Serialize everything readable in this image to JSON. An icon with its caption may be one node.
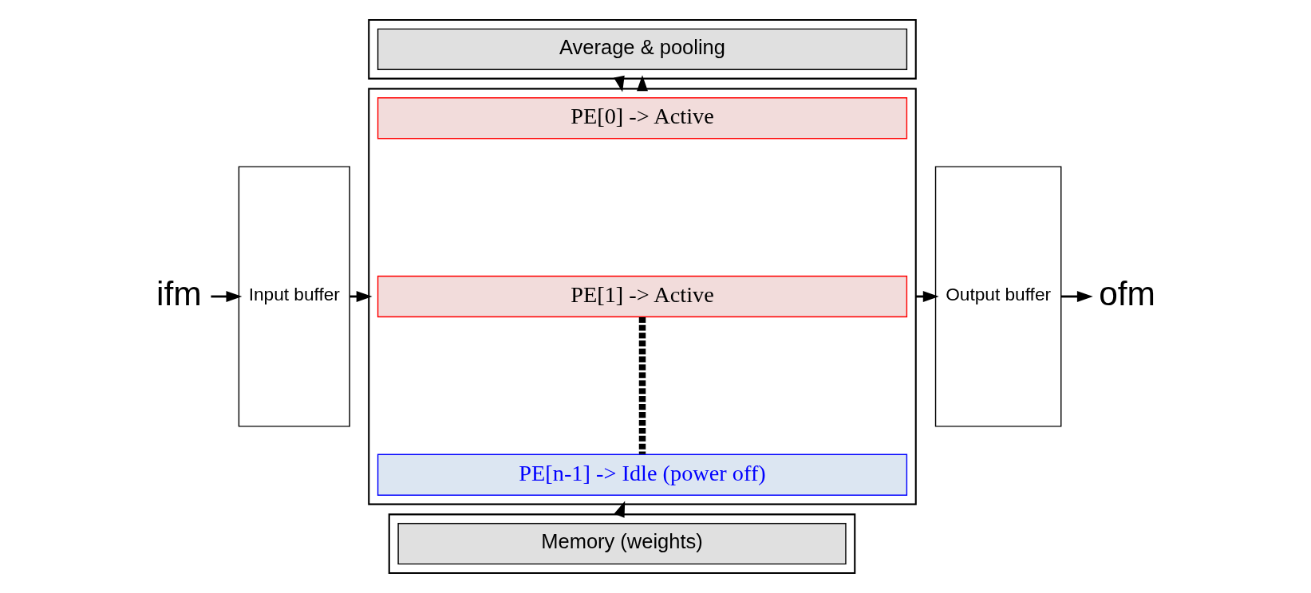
{
  "diagram": {
    "nodes": [
      {
        "text": [
          "ifm"
        ]
      },
      {
        "text": [
          "Input buffer"
        ]
      },
      {
        "text": [],
        "shape": "box"
      },
      {
        "text": [
          "PE[0] -> Active"
        ],
        "in": 2
      },
      {
        "text": [
          "PE[1] -> Active"
        ],
        "in": 2
      },
      {
        "text": [
          "PE[n-1] -> Idle (power off)"
        ],
        "in": 2
      },
      {
        "text": [
          "Output buffer"
        ]
      },
      {
        "text": [
          "ofm"
        ]
      },
      {
        "text": [],
        "shape": "box"
      },
      {
        "text": [
          "Average & pooling"
        ],
        "in": 8
      },
      {
        "text": [],
        "shape": "box"
      },
      {
        "text": [
          "Memory (weights)"
        ],
        "in": 10
      }
    ],
    "edges": [
      {
        "from": 0,
        "to": 1,
        "arrow": "to"
      },
      {
        "from": 1,
        "to": 2,
        "arrow": "to"
      },
      {
        "from": 2,
        "to": 8,
        "arrow": "to"
      },
      {
        "from": 8,
        "to": 2,
        "arrow": "to"
      },
      {
        "from": 4,
        "to": 5,
        "arrow": "none",
        "style": "dashed"
      },
      {
        "from": 10,
        "to": 2,
        "arrow": "to"
      },
      {
        "from": 2,
        "to": 6,
        "arrow": "to"
      },
      {
        "from": 6,
        "to": 7,
        "arrow": "to"
      }
    ]
  }
}
